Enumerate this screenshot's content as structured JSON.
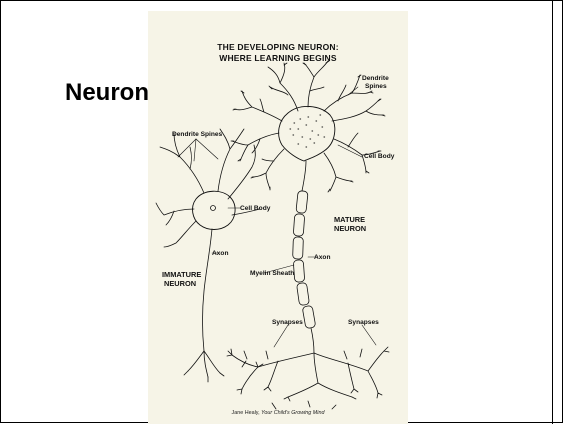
{
  "slide": {
    "title": "Neuron"
  },
  "figure": {
    "title_line1": "THE DEVELOPING NEURON:",
    "title_line2": "WHERE LEARNING BEGINS",
    "labels": {
      "dendrite_spines_mature_1": "Dendrite",
      "dendrite_spines_mature_2": "Spines",
      "cell_body_mature": "Cell Body",
      "mature_neuron_1": "MATURE",
      "mature_neuron_2": "NEURON",
      "axon_mature": "Axon",
      "myelin_sheath": "Myelin Sheath",
      "synapses_left": "Synapses",
      "synapses_right": "Synapses",
      "dendrite_spines_immature": "Dendrite Spines",
      "cell_body_immature": "Cell Body",
      "axon_immature": "Axon",
      "immature_neuron_1": "IMMATURE",
      "immature_neuron_2": "NEURON"
    },
    "caption_author": "Jane Healy, ",
    "caption_book": "Your Child's Growing Mind"
  },
  "colors": {
    "figure_background": "#f6f4e7",
    "ink": "#111111",
    "border": "#000000"
  }
}
